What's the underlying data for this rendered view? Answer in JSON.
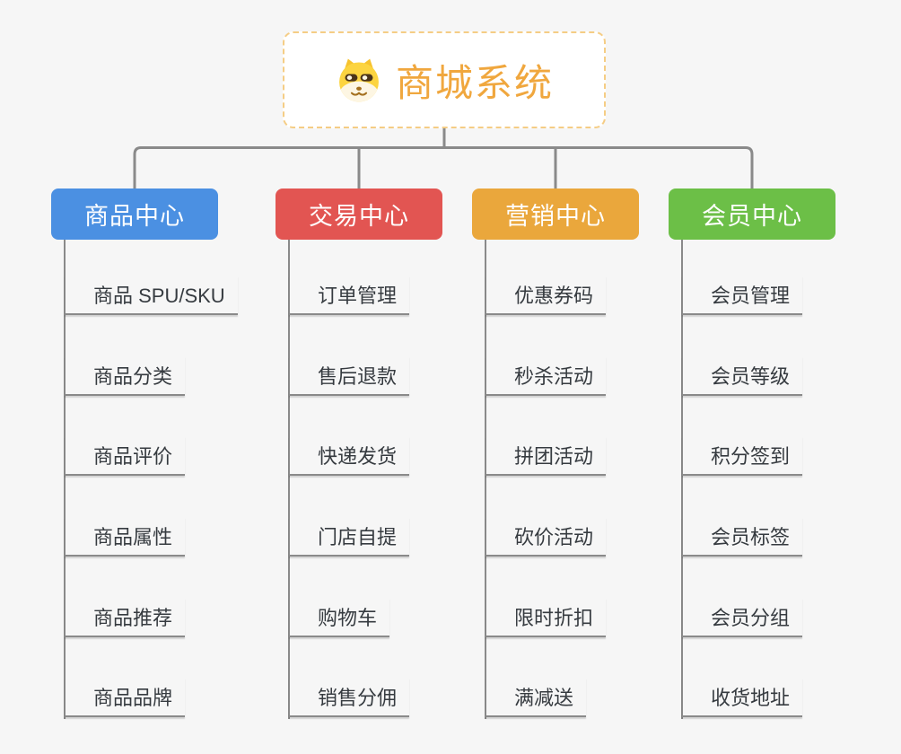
{
  "page": {
    "background_color": "#f6f6f6"
  },
  "root": {
    "title": "商城系统",
    "icon": "dog-icon",
    "title_color": "#f0a73e",
    "border_color": "#f5cd85",
    "background_color": "#ffffff"
  },
  "connectors": {
    "color": "#8a8a8a"
  },
  "branches": [
    {
      "label": "商品中心",
      "color": "#4b90e2",
      "items": [
        "商品 SPU/SKU",
        "商品分类",
        "商品评价",
        "商品属性",
        "商品推荐",
        "商品品牌"
      ]
    },
    {
      "label": "交易中心",
      "color": "#e25552",
      "items": [
        "订单管理",
        "售后退款",
        "快递发货",
        "门店自提",
        "购物车",
        "销售分佣"
      ]
    },
    {
      "label": "营销中心",
      "color": "#eaa73c",
      "items": [
        "优惠券码",
        "秒杀活动",
        "拼团活动",
        "砍价活动",
        "限时折扣",
        "满减送"
      ]
    },
    {
      "label": "会员中心",
      "color": "#6cbf47",
      "items": [
        "会员管理",
        "会员等级",
        "积分签到",
        "会员标签",
        "会员分组",
        "收货地址"
      ]
    }
  ]
}
